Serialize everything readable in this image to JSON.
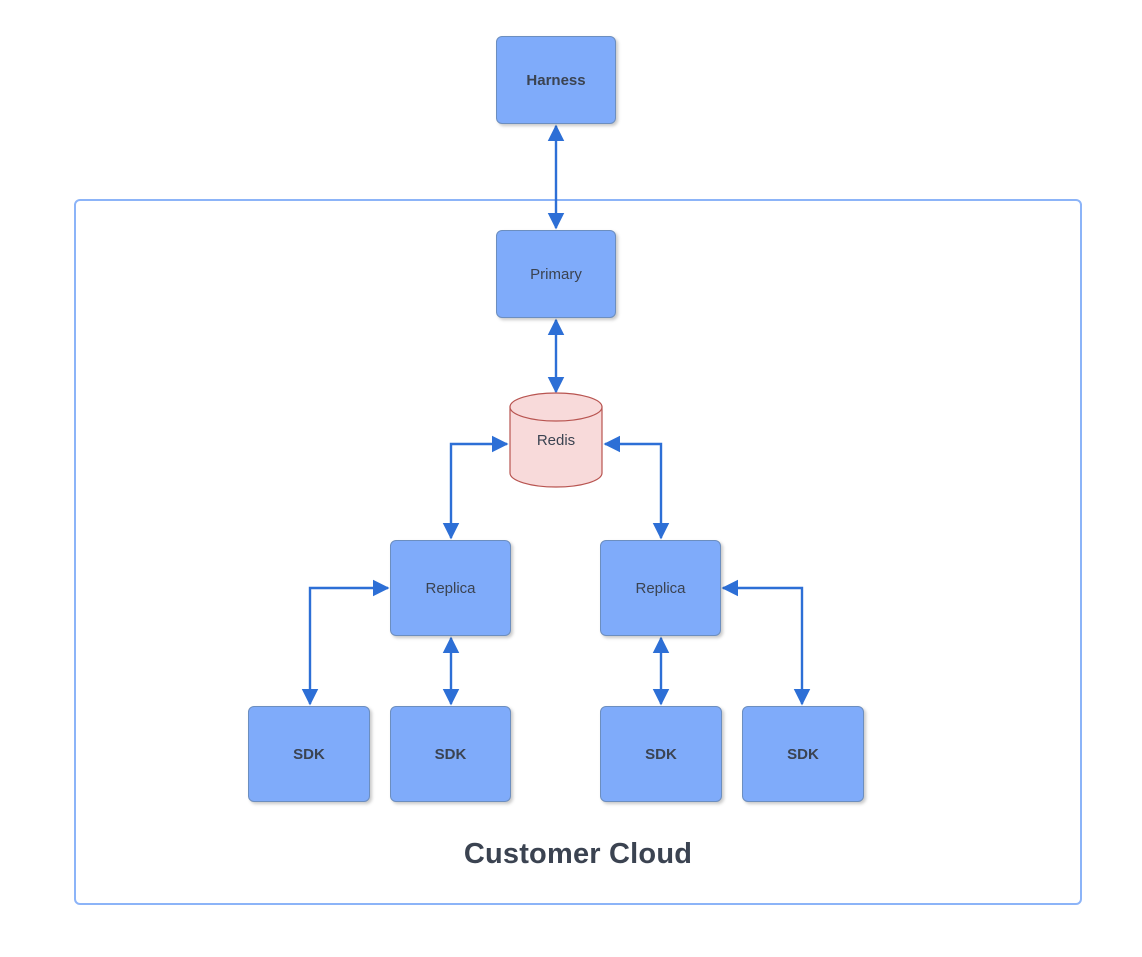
{
  "diagram": {
    "type": "architecture-diagram",
    "background_color": "#ffffff",
    "palette": {
      "node_fill": "#7FABFA",
      "node_stroke": "#6C8EBF",
      "datastore_fill": "#F8DADA",
      "datastore_stroke": "#B85450",
      "edge_color": "#2D6FD6",
      "container_border": "#8CB4F8",
      "text_color": "#3B4351"
    },
    "container": {
      "label": "Customer Cloud",
      "shape": "rounded-rectangle",
      "border_color": "#8CB4F8"
    },
    "nodes": [
      {
        "id": "harness",
        "label": "Harness",
        "shape": "rectangle",
        "bold": true,
        "inside_container": false
      },
      {
        "id": "primary",
        "label": "Primary",
        "shape": "rectangle",
        "bold": false,
        "inside_container": true
      },
      {
        "id": "redis",
        "label": "Redis",
        "shape": "cylinder",
        "bold": false,
        "inside_container": true
      },
      {
        "id": "replica-left",
        "label": "Replica",
        "shape": "rectangle",
        "bold": false,
        "inside_container": true
      },
      {
        "id": "replica-right",
        "label": "Replica",
        "shape": "rectangle",
        "bold": false,
        "inside_container": true
      },
      {
        "id": "sdk-1",
        "label": "SDK",
        "shape": "rectangle",
        "bold": true,
        "inside_container": true
      },
      {
        "id": "sdk-2",
        "label": "SDK",
        "shape": "rectangle",
        "bold": true,
        "inside_container": true
      },
      {
        "id": "sdk-3",
        "label": "SDK",
        "shape": "rectangle",
        "bold": true,
        "inside_container": true
      },
      {
        "id": "sdk-4",
        "label": "SDK",
        "shape": "rectangle",
        "bold": true,
        "inside_container": true
      }
    ],
    "edges": [
      {
        "from": "primary",
        "to": "harness",
        "style": "straight",
        "arrows": "both"
      },
      {
        "from": "primary",
        "to": "redis",
        "style": "straight",
        "arrows": "both"
      },
      {
        "from": "redis",
        "to": "replica-left",
        "style": "elbow",
        "arrows": "both"
      },
      {
        "from": "redis",
        "to": "replica-right",
        "style": "elbow",
        "arrows": "both"
      },
      {
        "from": "replica-left",
        "to": "sdk-1",
        "style": "elbow",
        "arrows": "both"
      },
      {
        "from": "replica-left",
        "to": "sdk-2",
        "style": "straight",
        "arrows": "both"
      },
      {
        "from": "replica-right",
        "to": "sdk-3",
        "style": "straight",
        "arrows": "both"
      },
      {
        "from": "replica-right",
        "to": "sdk-4",
        "style": "elbow",
        "arrows": "both"
      }
    ]
  }
}
